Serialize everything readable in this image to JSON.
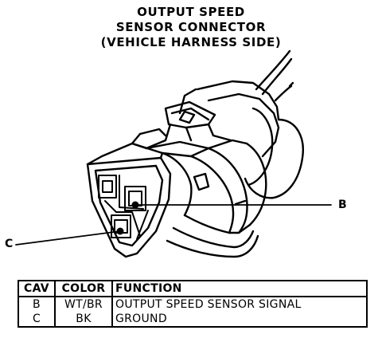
{
  "title_lines": [
    "OUTPUT SPEED",
    "SENSOR CONNECTOR",
    "(VEHICLE HARNESS SIDE)"
  ],
  "callouts": {
    "b": "B",
    "c": "C"
  },
  "table": {
    "headers": [
      "CAV",
      "COLOR",
      "FUNCTION"
    ],
    "rows": [
      [
        "B",
        "WT/BR",
        "OUTPUT SPEED SENSOR SIGNAL"
      ],
      [
        "C",
        "BK",
        "GROUND"
      ]
    ]
  }
}
